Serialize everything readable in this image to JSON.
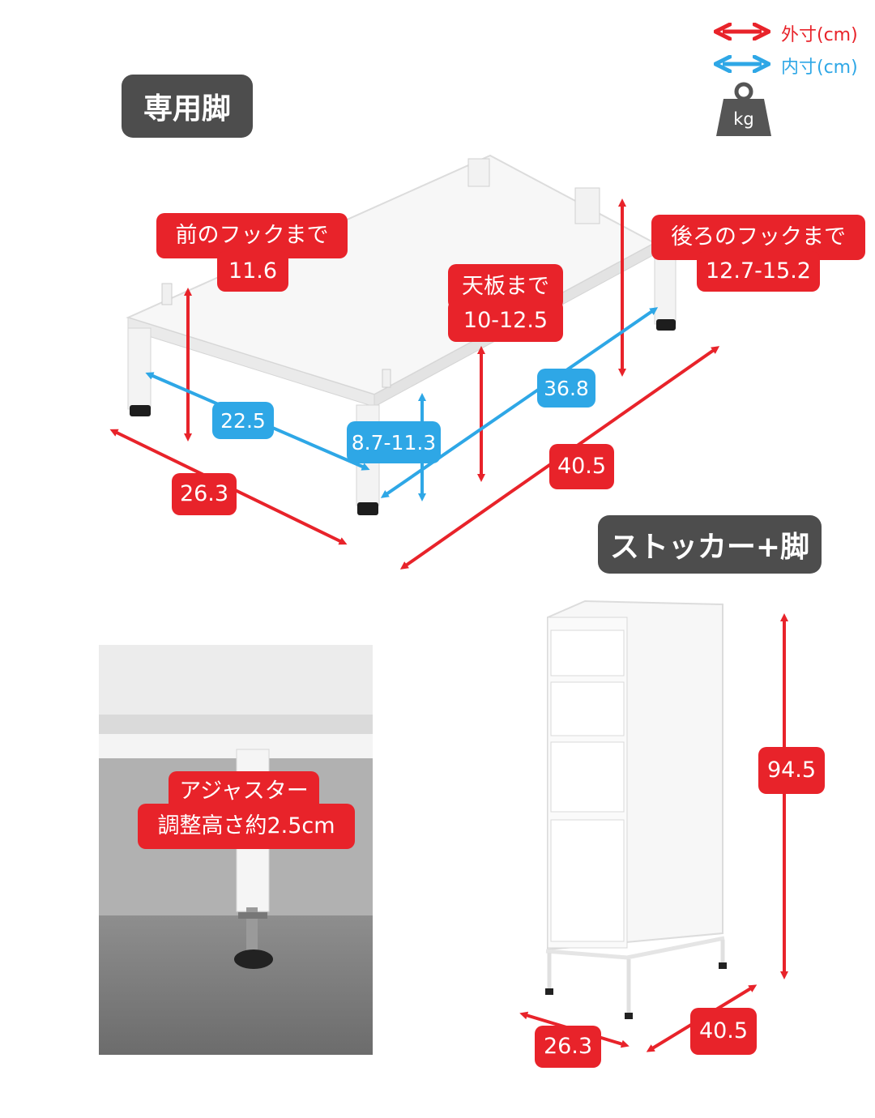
{
  "legend": {
    "outer": "外寸(cm)",
    "inner": "内寸(cm)",
    "weight_unit": "kg",
    "outer_color": "#e8232a",
    "inner_color": "#2ea7e6"
  },
  "sections": {
    "leg_title": "専用脚",
    "stocker_title": "ストッカー+脚"
  },
  "leg_dims": {
    "front_hook_label": "前のフックまで",
    "front_hook_value": "11.6",
    "back_hook_label": "後ろのフックまで",
    "back_hook_value": "12.7-15.2",
    "top_label": "天板まで",
    "top_value": "10-12.5",
    "inner_width": "22.5",
    "inner_depth": "36.8",
    "inner_height": "8.7-11.3",
    "outer_width": "26.3",
    "outer_depth": "40.5"
  },
  "adjuster": {
    "line1": "アジャスター",
    "line2": "調整高さ約2.5cm"
  },
  "stocker_dims": {
    "height": "94.5",
    "width": "26.3",
    "depth": "40.5"
  },
  "icons": {
    "outer_arrow": "double-arrow-red",
    "inner_arrow": "double-arrow-blue",
    "weight": "weight-icon"
  }
}
